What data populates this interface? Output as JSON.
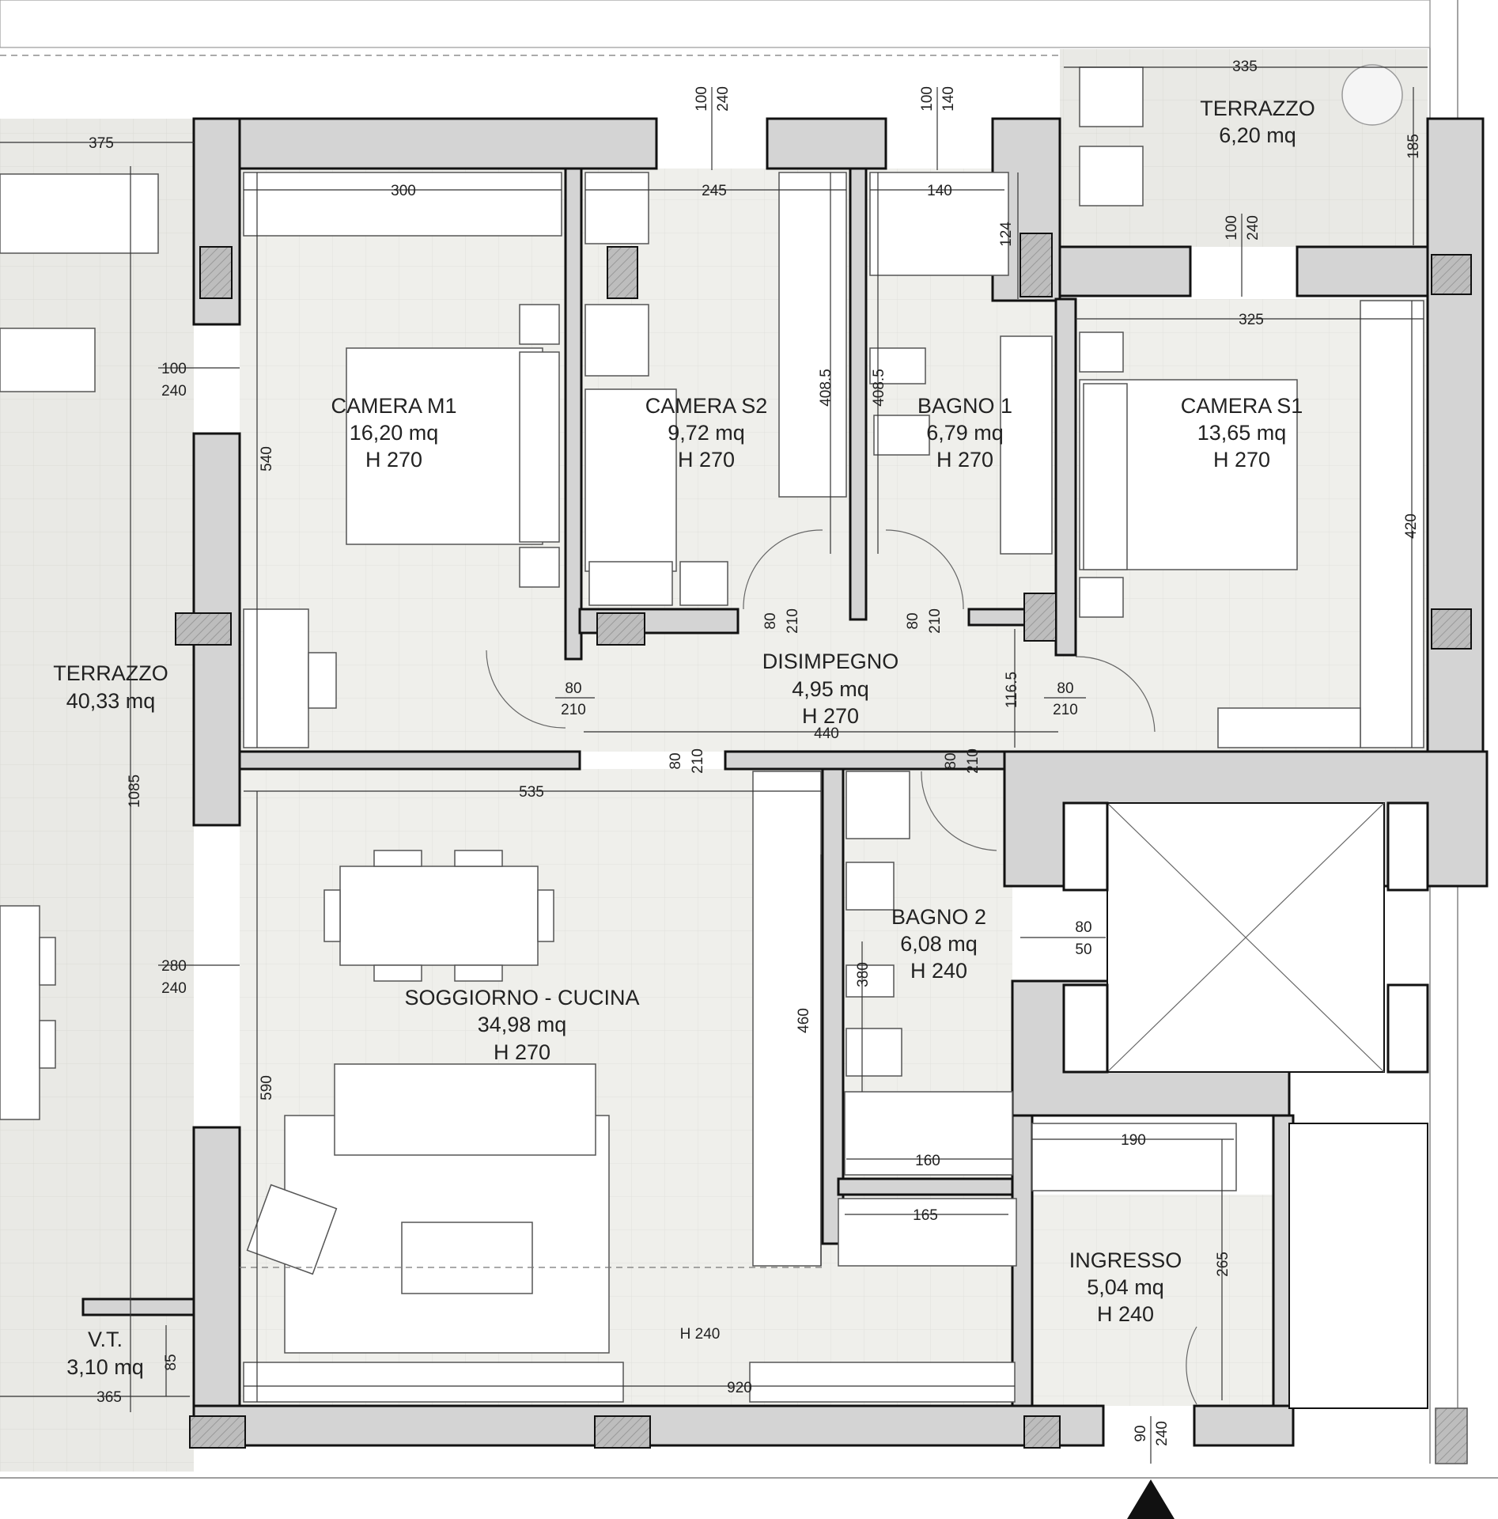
{
  "rooms": {
    "camera_m1": {
      "name": "CAMERA M1",
      "area": "16,20 mq",
      "height": "H 270"
    },
    "camera_s2": {
      "name": "CAMERA S2",
      "area": "9,72 mq",
      "height": "H 270"
    },
    "bagno_1": {
      "name": "BAGNO 1",
      "area": "6,79 mq",
      "height": "H 270"
    },
    "camera_s1": {
      "name": "CAMERA S1",
      "area": "13,65 mq",
      "height": "H 270"
    },
    "terrazzo_top": {
      "name": "TERRAZZO",
      "area": "6,20 mq"
    },
    "terrazzo_left": {
      "name": "TERRAZZO",
      "area": "40,33 mq"
    },
    "disimpegno": {
      "name": "DISIMPEGNO",
      "area": "4,95 mq",
      "height": "H 270"
    },
    "bagno_2": {
      "name": "BAGNO 2",
      "area": "6,08 mq",
      "height": "H 240"
    },
    "soggiorno": {
      "name": "SOGGIORNO - CUCINA",
      "area": "34,98 mq",
      "height": "H 270"
    },
    "ingresso": {
      "name": "INGRESSO",
      "area": "5,04 mq",
      "height": "H 240"
    },
    "vt": {
      "name": "V.T.",
      "area": "3,10 mq"
    },
    "soggiorno_h_note": "H 240"
  },
  "dimensions": {
    "d375": "375",
    "d300": "300",
    "d245": "245",
    "d140": "140",
    "d335": "335",
    "d185": "185",
    "d124": "124",
    "d325": "325",
    "d540": "540",
    "d4085a": "408.5",
    "d4085b": "408.5",
    "d420": "420",
    "d1085": "1085",
    "d440": "440",
    "d1165": "116.5",
    "d535": "535",
    "d460": "460",
    "d380": "380",
    "d590": "590",
    "d160": "160",
    "d165": "165",
    "d190": "190",
    "d265": "265",
    "d920": "920",
    "d365": "365",
    "d85": "85"
  },
  "openings": {
    "w_m1_top": {
      "w": "100",
      "h": "240"
    },
    "w_bagno1_top": {
      "w": "100",
      "h": "140"
    },
    "w_s1_top": {
      "w": "100",
      "h": "240"
    },
    "w_m1_left": {
      "w": "100",
      "h": "240"
    },
    "w_soggiorno_left": {
      "w": "280",
      "h": "240"
    },
    "door_s2": {
      "w": "80",
      "h": "210"
    },
    "door_bagno1": {
      "w": "80",
      "h": "210"
    },
    "door_m1": {
      "w": "80",
      "h": "210"
    },
    "door_s1": {
      "w": "80",
      "h": "210"
    },
    "door_soggiorno": {
      "w": "80",
      "h": "210"
    },
    "door_bagno2": {
      "w": "80",
      "h": "210"
    },
    "opening_stair": {
      "w": "80",
      "h": "50"
    },
    "door_entrance": {
      "w": "90",
      "h": "240"
    }
  }
}
